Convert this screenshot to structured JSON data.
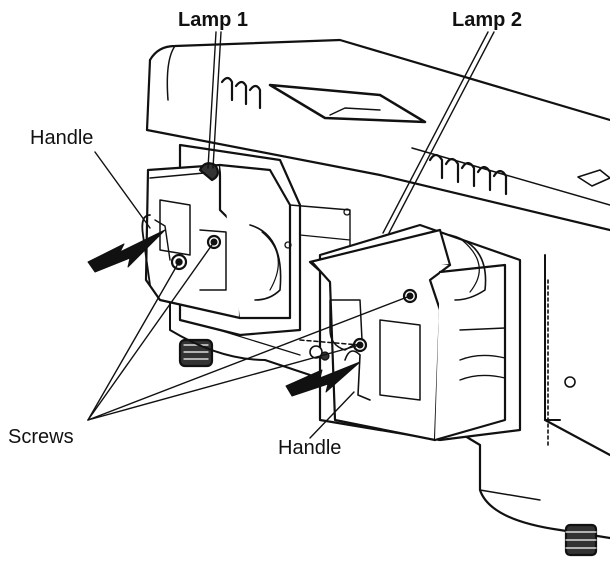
{
  "labels": {
    "lamp1": "Lamp 1",
    "lamp2": "Lamp 2",
    "handle_left": "Handle",
    "handle_bottom": "Handle",
    "screws": "Screws"
  },
  "colors": {
    "ink": "#111111",
    "background": "#ffffff",
    "shade": "#d9d9d9",
    "dark": "#333333"
  }
}
